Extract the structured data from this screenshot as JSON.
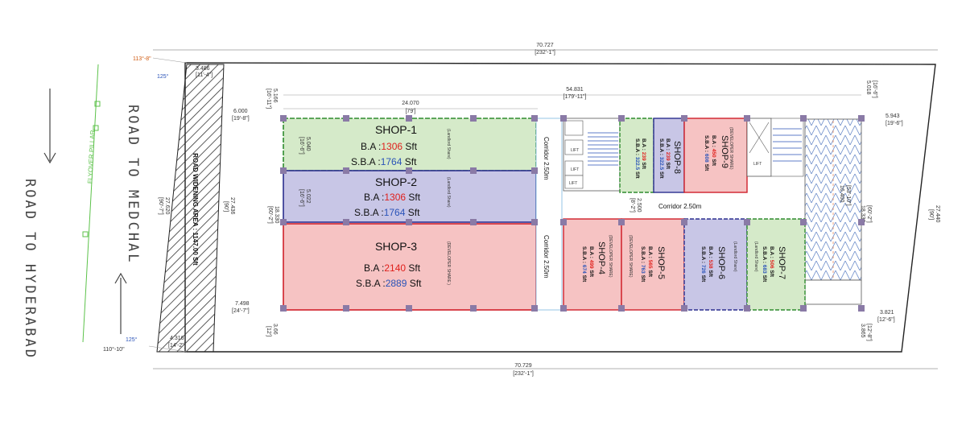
{
  "top_dim": {
    "value": "70.727",
    "imperial": "[232'-1\"]"
  },
  "bottom_dim": {
    "value": "70.729",
    "imperial": "[232'-1\"]"
  },
  "inner_top_dim": {
    "value": "54.831",
    "imperial": "[179'-11\"]"
  },
  "shop12_width_dim": {
    "value": "24.070",
    "imperial": "[79']"
  },
  "left_dims": {
    "front_setback": {
      "value": "6.000",
      "imperial": "[19'-8\"]"
    },
    "rear_setback": {
      "value": "7.498",
      "imperial": "[24'-7\"]"
    },
    "top_margin": {
      "value": "5.166",
      "imperial": "[16'-11\"]"
    },
    "bottom_margin": {
      "value": "3.66",
      "imperial": "[12']"
    },
    "road_width_top": {
      "value": "3.486",
      "imperial": "[11'-4\"]"
    },
    "road_width_bottom": {
      "value": "4.316",
      "imperial": "[14'-2\"]"
    },
    "plot_depth_a": {
      "value": "27.620",
      "imperial": "[90'-7\"]"
    },
    "plot_depth_b": {
      "value": "27.436",
      "imperial": "[90']"
    },
    "inner_depth": {
      "value": "18.330",
      "imperial": "[60'-2\"]"
    }
  },
  "right_dims": {
    "top_margin": {
      "value": "5.018",
      "imperial": "[16'-6\"]"
    },
    "side_setback": {
      "value": "5.943",
      "imperial": "[19'-6\"]"
    },
    "inner_depth": {
      "value": "18.330",
      "imperial": "[60'-2\"]"
    },
    "plot_depth": {
      "value": "27.440",
      "imperial": "[90']"
    },
    "rear_setback": {
      "value": "3.821",
      "imperial": "[12'-6\"]"
    },
    "bottom_margin": {
      "value": "3.865",
      "imperial": "[12'-8\"]"
    },
    "ramp_depth": {
      "value": "16.400",
      "imperial": "[53'-10\"]"
    }
  },
  "angles": {
    "top_left": "113°-8\"",
    "bottom_left": "110°-10\"",
    "angle_top": "125°",
    "angle_bottom": "125°"
  },
  "road_labels": {
    "medchal": "ROAD TO MEDCHAL",
    "hyderabad": "ROAD TO HYDERABAD"
  },
  "flyover_label": "FLYOVER PILLAR",
  "road_widening": "ROAD WIDENING AREA : 1147.00 Sft",
  "corridors": {
    "vertical_a": "Corridor 2.50m",
    "vertical_b": "Corridor 2.50m",
    "horizontal": "Corridor 2.50m",
    "horizontal_dim": "2.500",
    "horizontal_dim_imperial": "[8'-2\"]"
  },
  "shops": [
    {
      "name": "SHOP-1",
      "ba_label": "B.A :",
      "ba": "1306",
      "sba_label": "S.B.A :",
      "sba": "1764",
      "unit": "Sft",
      "share": "(Landlord Share)",
      "depth": "5.040",
      "depth_imp": "[16'-6\"]"
    },
    {
      "name": "SHOP-2",
      "ba_label": "B.A :",
      "ba": "1306",
      "sba_label": "S.B.A :",
      "sba": "1764",
      "unit": "Sft",
      "share": "(Landlord Share)",
      "depth": "5.022",
      "depth_imp": "[16'-6\"]"
    },
    {
      "name": "SHOP-3",
      "ba_label": "B.A :",
      "ba": "2140",
      "sba_label": "S.B.A :",
      "sba": "2889",
      "unit": "Sft",
      "share": "(DEVELOPER SHARE )"
    },
    {
      "name": "SHOP-4",
      "ba_label": "B.A :",
      "ba": "499",
      "sba_label": "S.B.A :",
      "sba": "674",
      "unit": "Sft",
      "share": "(DEVELOPER SHARE)"
    },
    {
      "name": "SHOP-5",
      "ba_label": "B.A :",
      "ba": "565",
      "sba_label": "S.B.A :",
      "sba": "763",
      "unit": "Sft",
      "share": "(DEVELOPER SHARE)"
    },
    {
      "name": "SHOP-6",
      "ba_label": "B.A :",
      "ba": "538",
      "sba_label": "S.B.A :",
      "sba": "726",
      "unit": "Sft",
      "share": "(Landlord Share)"
    },
    {
      "name": "SHOP-7",
      "ba_label": "B.A :",
      "ba": "506",
      "sba_label": "S.B.A :",
      "sba": "683",
      "unit": "Sft",
      "share": "(Landlord Share)"
    },
    {
      "name": "SHOP-8",
      "ba_label": "B.A :",
      "ba": "239",
      "sba_label": "S.B.A :",
      "sba": "322.5",
      "unit": "Sft",
      "share": ""
    },
    {
      "name": "SHOP-9",
      "ba_label": "B.A :",
      "ba": "450",
      "sba_label": "S.B.A :",
      "sba": "608",
      "unit": "Sft",
      "share": "(DEVELOPER SHARE)"
    }
  ],
  "lift_labels": [
    "LIFT",
    "LIFT",
    "LIFT",
    "LIFT"
  ],
  "colors": {
    "green_fill": "#d5eac9",
    "green_stroke": "#2e8b2e",
    "blue_fill": "#c8c6e6",
    "blue_stroke": "#2b2f8f",
    "red_fill": "#f6c3c3",
    "red_stroke": "#d0202a",
    "ba_value": "#e0201c",
    "sba_value": "#2a53b8",
    "column": "#8a7aa6"
  }
}
